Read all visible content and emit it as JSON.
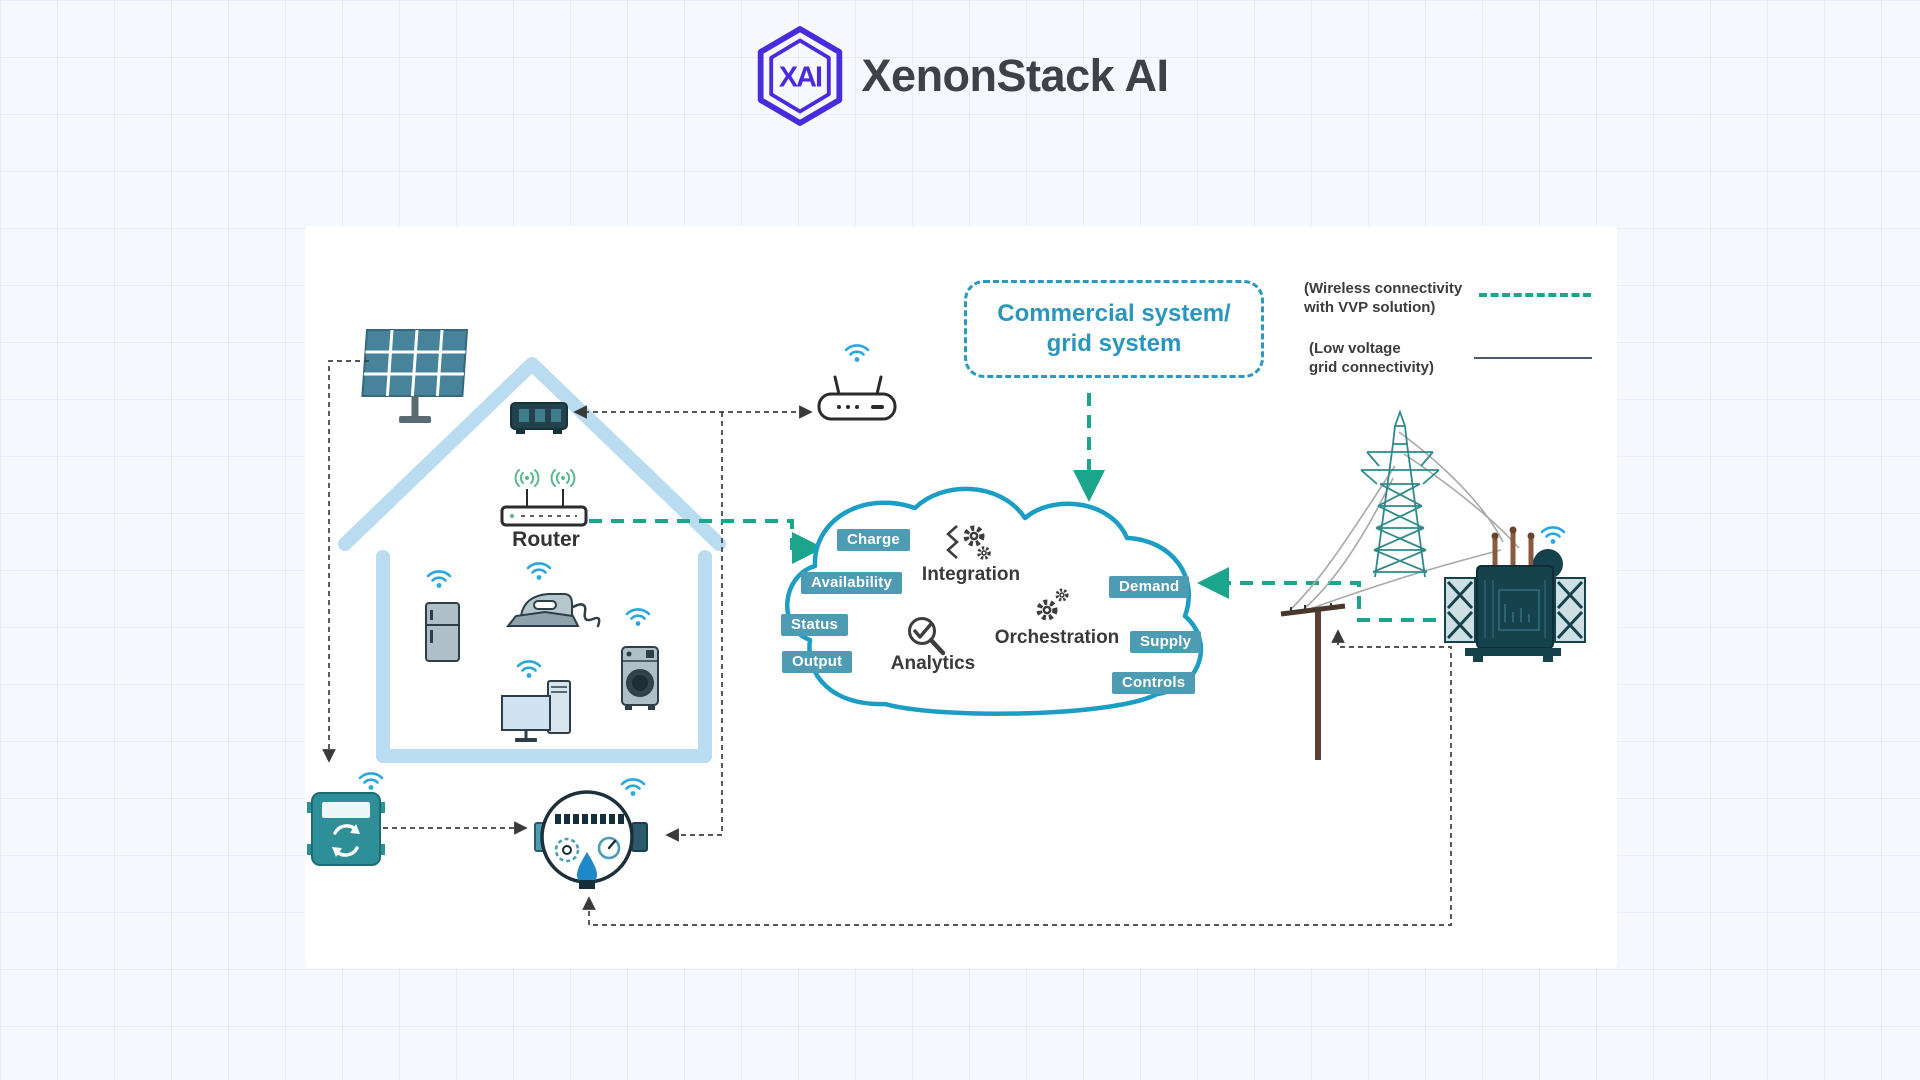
{
  "header": {
    "brand": "XenonStack AI",
    "logo_text": "XAI"
  },
  "diagram": {
    "commercial_box": {
      "line1": "Commercial system/",
      "line2": "grid system"
    },
    "legend": {
      "wireless_line1": "(Wireless connectivity",
      "wireless_line2": "with VVP solution)",
      "low_voltage_line1": "(Low voltage",
      "low_voltage_line2": "grid connectivity)"
    },
    "house": {
      "router_label": "Router"
    },
    "cloud": {
      "badges": [
        "Charge",
        "Availability",
        "Status",
        "Output",
        "Demand",
        "Supply",
        "Controls"
      ],
      "services": [
        "Integration",
        "Analytics",
        "Orchestration"
      ]
    },
    "colors": {
      "accent_teal_dash": "#1aa58c",
      "cloud_stroke": "#1b9dc4",
      "badge_bg": "#4E9BB4",
      "brand_purple": "#4a2bdb",
      "house_blue": "#b9dcf0"
    }
  }
}
